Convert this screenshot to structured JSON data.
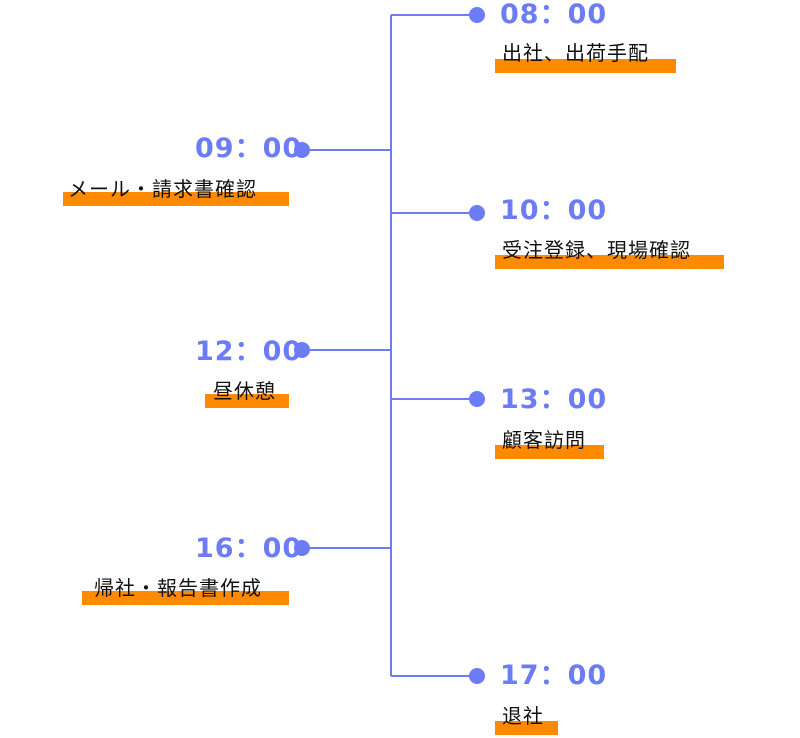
{
  "colors": {
    "line": "#6b7cf6",
    "time_text": "#6b7cf6",
    "highlight": "#ff8a00",
    "label_text": "#111111"
  },
  "timeline": {
    "entries": [
      {
        "side": "right",
        "time": "08：00",
        "label": "出社、出荷手配"
      },
      {
        "side": "left",
        "time": "09：00",
        "label": "メール・請求書確認"
      },
      {
        "side": "right",
        "time": "10：00",
        "label": "受注登録、現場確認"
      },
      {
        "side": "left",
        "time": "12：00",
        "label": "昼休憩"
      },
      {
        "side": "right",
        "time": "13：00",
        "label": "顧客訪問"
      },
      {
        "side": "left",
        "time": "16：00",
        "label": "帰社・報告書作成"
      },
      {
        "side": "right",
        "time": "17：00",
        "label": "退社"
      }
    ]
  }
}
